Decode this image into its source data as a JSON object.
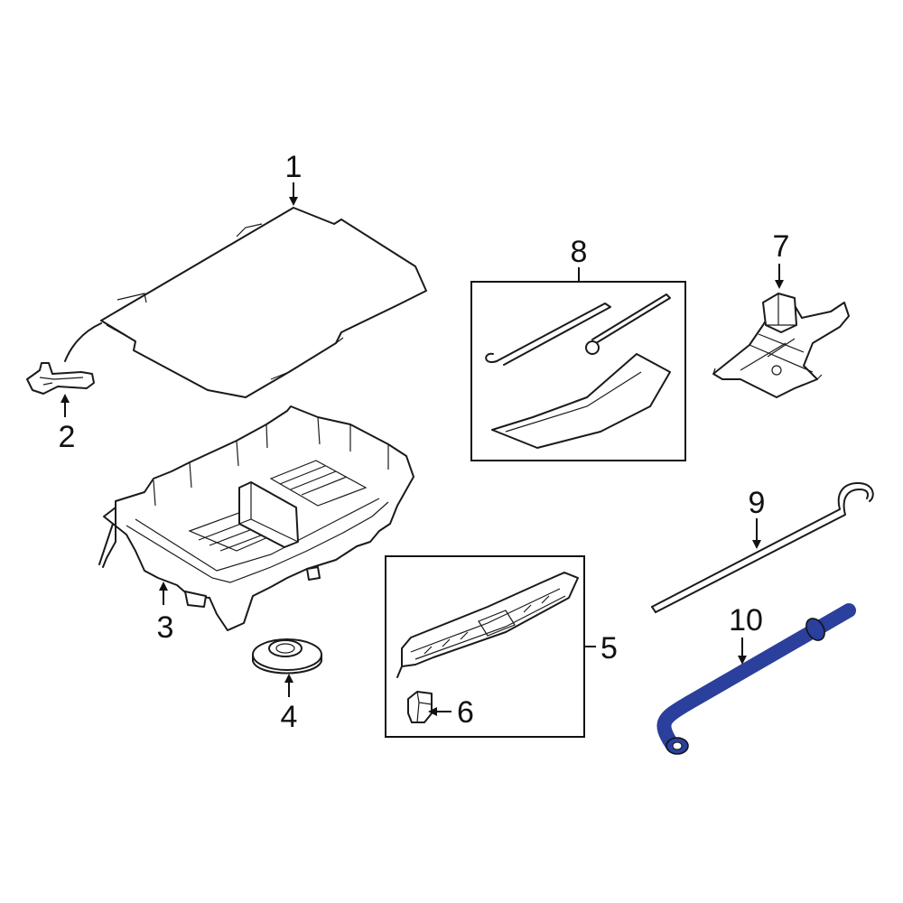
{
  "diagram": {
    "highlight_color": "#2b3f9c",
    "line_color": "#1a1a1a",
    "callouts": [
      {
        "id": "1",
        "label": "1",
        "part": "load-floor-cover"
      },
      {
        "id": "2",
        "label": "2",
        "part": "cover-strap-clip"
      },
      {
        "id": "3",
        "label": "3",
        "part": "storage-tray"
      },
      {
        "id": "4",
        "label": "4",
        "part": "grommet"
      },
      {
        "id": "5",
        "label": "5",
        "part": "sill-plate-group"
      },
      {
        "id": "6",
        "label": "6",
        "part": "retainer-clip"
      },
      {
        "id": "7",
        "label": "7",
        "part": "scissor-jack"
      },
      {
        "id": "8",
        "label": "8",
        "part": "tool-kit-group"
      },
      {
        "id": "9",
        "label": "9",
        "part": "jack-handle"
      },
      {
        "id": "10",
        "label": "10",
        "part": "lug-wrench"
      }
    ]
  }
}
